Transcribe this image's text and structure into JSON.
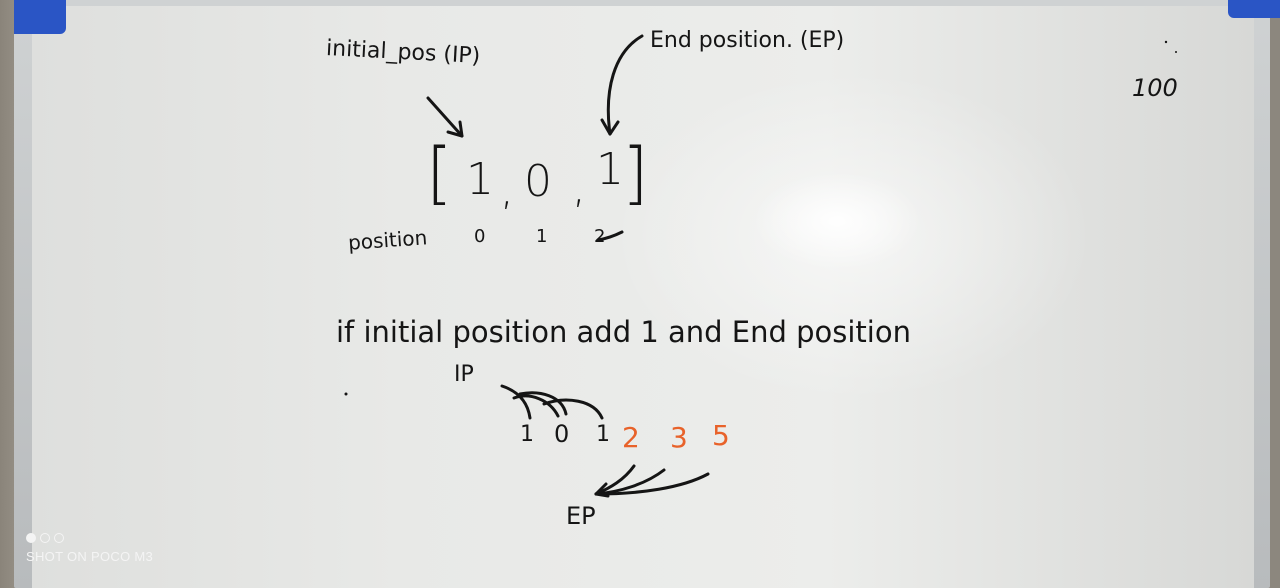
{
  "board": {
    "ip_label": "initial_pos (IP)",
    "ep_label": "End position. (EP)",
    "corner_number": "100",
    "array": {
      "open": "[",
      "close": "]",
      "elements": [
        "1",
        ",",
        "0",
        ",",
        "1"
      ]
    },
    "position_label": "position",
    "indices": [
      "0",
      "1",
      "2"
    ],
    "rule_text": "if initial position add 1 and End position",
    "ip_short": "IP",
    "sequence_black": [
      "1",
      "0",
      "1"
    ],
    "sequence_orange": [
      "2",
      "3",
      "5"
    ],
    "ep_short": "EP",
    "colors": {
      "ink": "#151515",
      "orange": "#e8622a",
      "tape": "#2a55c5"
    }
  },
  "watermark": {
    "text": "SHOT ON POCO M3",
    "icons": [
      "dot-filled-icon",
      "dot-outline-icon",
      "dot-outline-icon"
    ]
  }
}
